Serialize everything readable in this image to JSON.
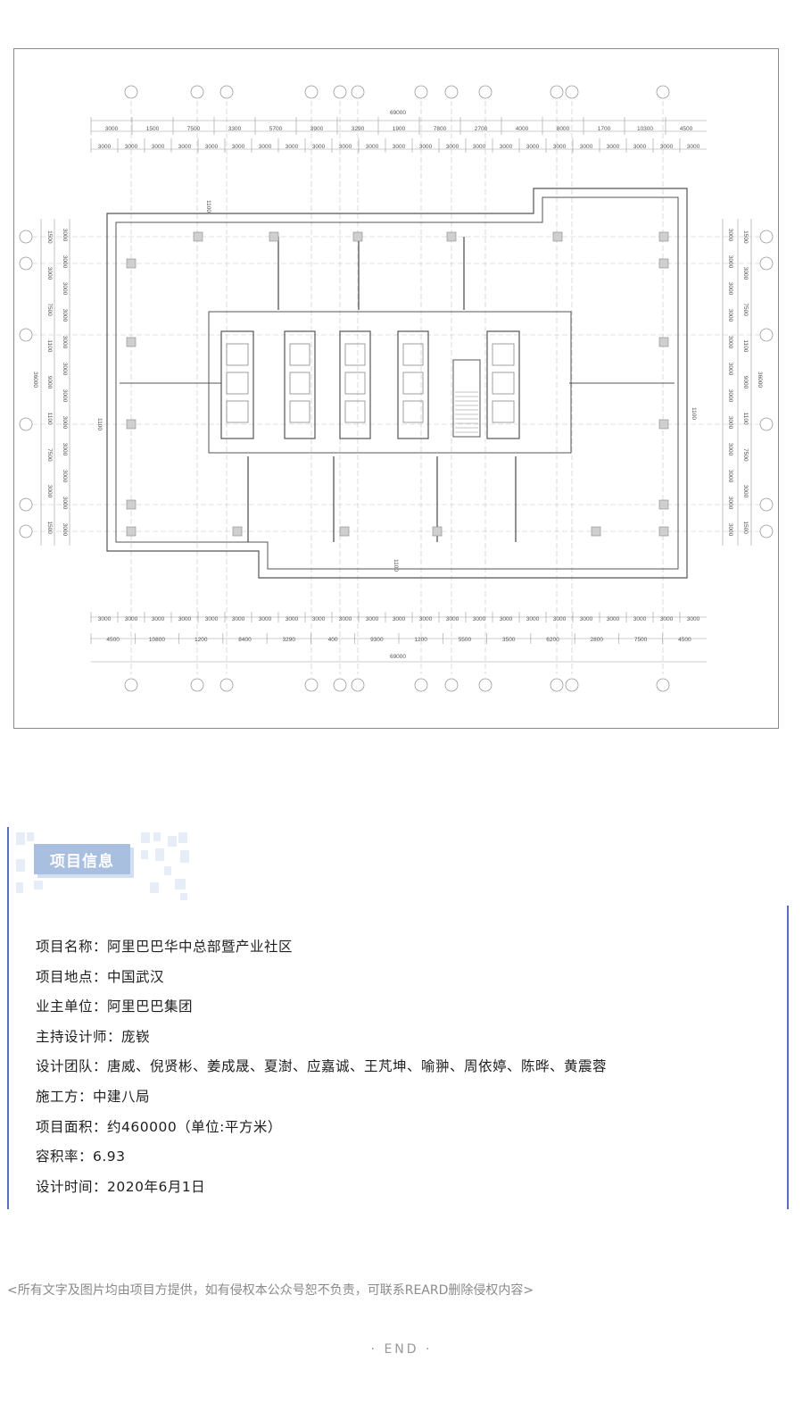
{
  "plan": {
    "top_total": "69000",
    "bottom_total": "69000",
    "top_spans": [
      "3000",
      "1500",
      "7500",
      "3300",
      "5700",
      "3900",
      "3290",
      "1900",
      "7800",
      "2700",
      "4000",
      "8000",
      "1700",
      "10300",
      "4500"
    ],
    "bottom_spans": [
      "4500",
      "10800",
      "1200",
      "8400",
      "3290",
      "400",
      "9300",
      "1200",
      "5500",
      "3500",
      "6200",
      "2800",
      "7500",
      "4500"
    ],
    "grid_module": "3000",
    "side_total": "36000",
    "side_spans": [
      "1500",
      "3000",
      "7500",
      "1100",
      "9000",
      "1100",
      "7500",
      "3000",
      "1500"
    ],
    "offset_label": "1100"
  },
  "project": {
    "badge": "项目信息",
    "items": [
      {
        "label": "项目名称：",
        "value": "阿里巴巴华中总部暨产业社区"
      },
      {
        "label": "项目地点：",
        "value": "中国武汉"
      },
      {
        "label": "业主单位：",
        "value": "阿里巴巴集团"
      },
      {
        "label": "主持设计师：",
        "value": "庞嵚"
      },
      {
        "label": "设计团队：",
        "value": "唐威、倪贤彬、姜成晟、夏澍、应嘉诚、王芃坤、喻翀、周依婷、陈晔、黄震蓉"
      },
      {
        "label": "施工方：",
        "value": "中建八局"
      },
      {
        "label": "项目面积：",
        "value": "约460000（单位:平方米）"
      },
      {
        "label": "容积率：",
        "value": "6.93"
      },
      {
        "label": "设计时间：",
        "value": "2020年6月1日"
      }
    ]
  },
  "footer": {
    "note": "<所有文字及图片均由项目方提供，如有侵权本公众号恕不负责，可联系REARD删除侵权内容>",
    "end": "· END ·"
  },
  "colors": {
    "accent": "#5b6fb8",
    "badge": "#a9bfe0"
  }
}
